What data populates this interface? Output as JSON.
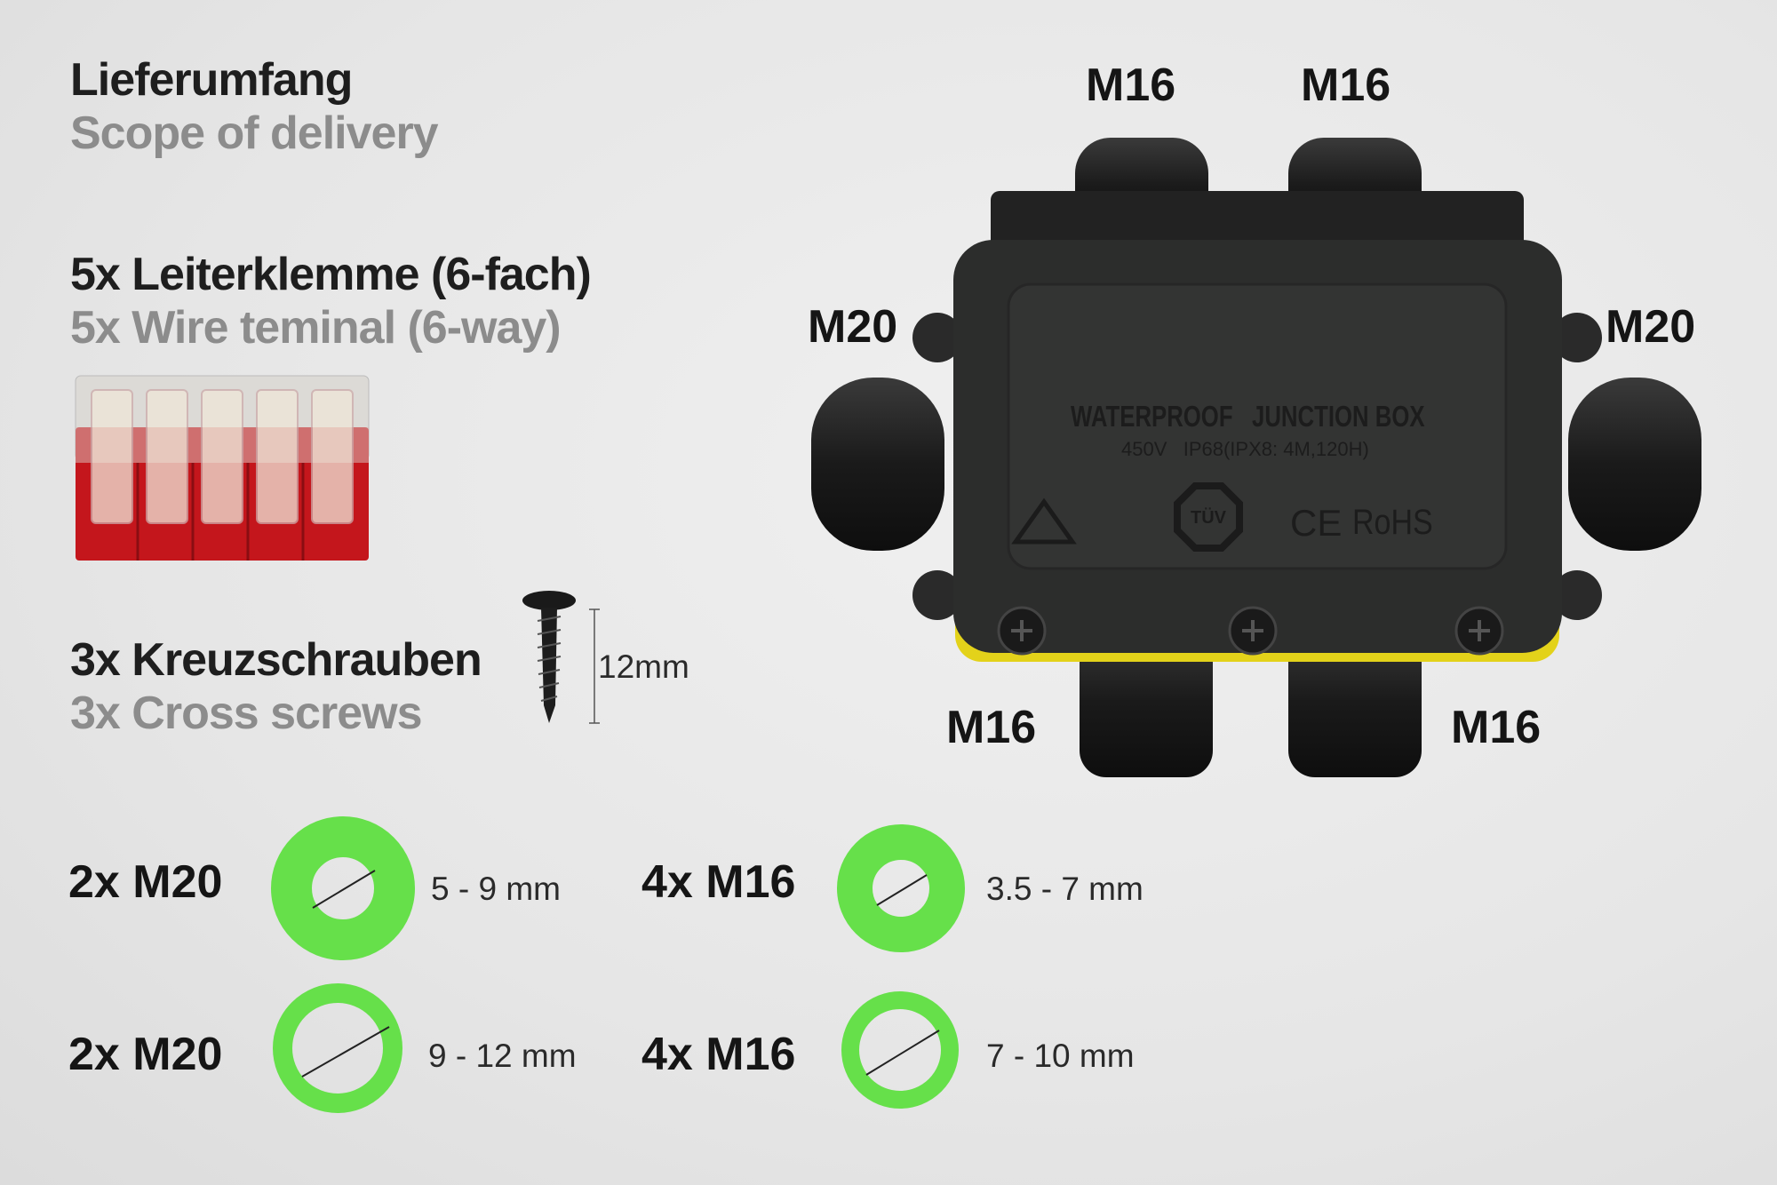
{
  "heading": {
    "de": "Lieferumfang",
    "en": "Scope of delivery"
  },
  "items": [
    {
      "de": "5x Leiterklemme (6-fach)",
      "en": "5x Wire teminal (6-way)"
    },
    {
      "de": "3x Kreuzschrauben",
      "en": "3x Cross screws",
      "dimension": "12mm"
    }
  ],
  "junction_box": {
    "ports": {
      "top_left": "M16",
      "top_right": "M16",
      "left": "M20",
      "right": "M20",
      "bottom_left": "M16",
      "bottom_right": "M16"
    },
    "embossed": {
      "line1": "WATERPROOF   JUNCTION BOX",
      "line2": "450V   IP68(IPX8: 4M,120H)",
      "tuv": "TÜV",
      "ce": "CE",
      "rohs": "RoHS"
    }
  },
  "seals": [
    {
      "label": "2x M20",
      "range": "5 - 9 mm"
    },
    {
      "label": "4x M16",
      "range": "3.5 - 7 mm"
    },
    {
      "label": "2x M20",
      "range": "9 - 12 mm"
    },
    {
      "label": "4x M16",
      "range": "7 - 10 mm"
    }
  ],
  "colors": {
    "seal": "#66e04a",
    "box": "#2c2d2c",
    "terminal_red": "#c4161c",
    "gasket": "#e3d21a"
  }
}
